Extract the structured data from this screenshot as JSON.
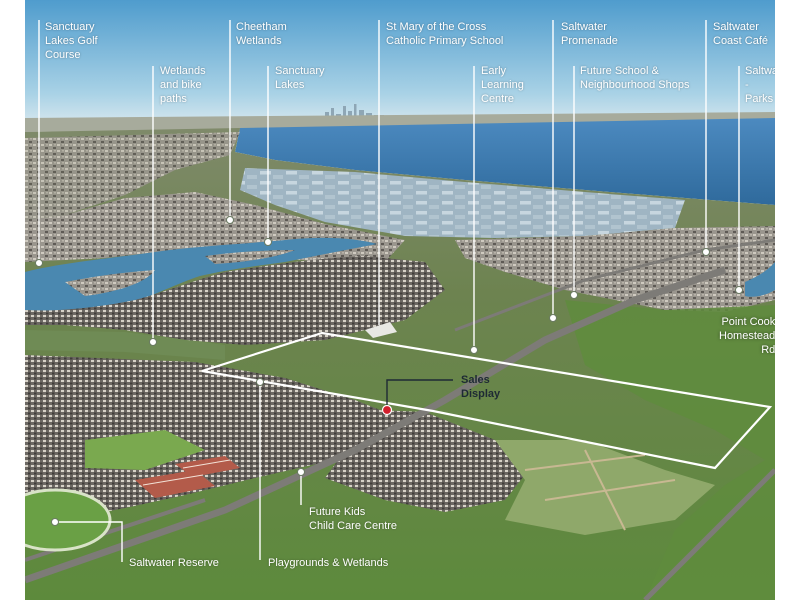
{
  "map": {
    "labels": {
      "golf": "Sanctuary\nLakes Golf\nCourse",
      "cheetham": "Cheetham\nWetlands",
      "st_mary": "St Mary of the Cross\nCatholic Primary School",
      "promenade": "Saltwater\nPromenade",
      "cafe": "Saltwater\nCoast Café",
      "wetlands_bike": "Wetlands\nand bike\npaths",
      "sanctuary_lakes": "Sanctuary\nLakes",
      "early_learning": "Early\nLearning\nCentre",
      "future_school": "Future School &\nNeighbourhood Shops",
      "saltwater_parks": "Saltwa\n- Parks",
      "point_cook": "Point Cook\nHomestead Rd",
      "sales_display": "Sales\nDisplay",
      "kids_care": "Future Kids\nChild Care Centre",
      "saltwater_reserve": "Saltwater Reserve",
      "playgrounds": "Playgrounds & Wetlands"
    },
    "colors": {
      "sky": "#8fc3de",
      "bay": "#3f7fb0",
      "grass": "#6f9548",
      "suburb": "#8e8a83",
      "line": "#ffffff",
      "marker": "#d21f2c"
    }
  }
}
